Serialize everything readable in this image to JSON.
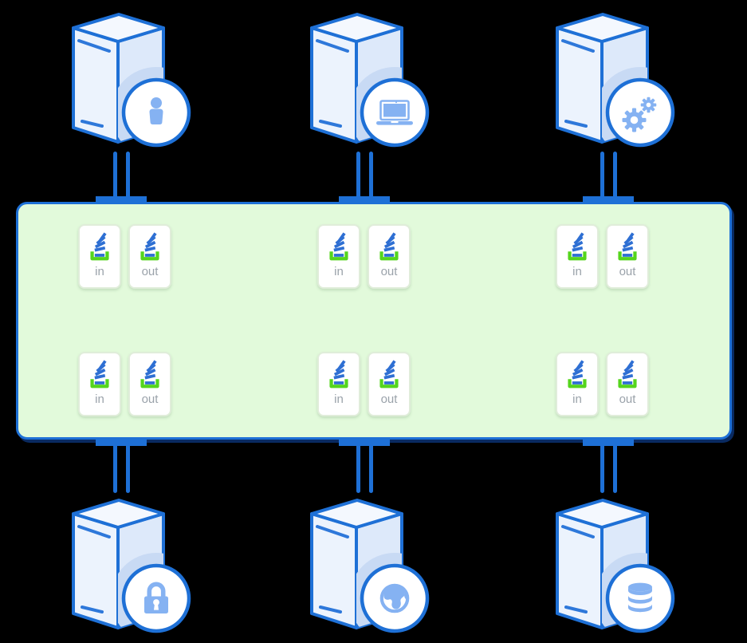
{
  "diagram": {
    "background": "#000000",
    "bus": {
      "name": "message-bus",
      "fill": "#e2fadb",
      "border": "#1e70d6"
    },
    "accent_blue": "#1e70d6",
    "server_face_light": "#ecf3fd",
    "server_face_shade": "#dde9fa",
    "badge_icon_blue": "#85b2f2",
    "queue_line_blue": "#2e6fd3",
    "queue_tray_green": "#55d51d",
    "label_gray": "#9aa2aa"
  },
  "servers": [
    {
      "position": "top-left",
      "badge_icon": "user-icon"
    },
    {
      "position": "top-center",
      "badge_icon": "laptop-icon"
    },
    {
      "position": "top-right",
      "badge_icon": "gears-icon"
    },
    {
      "position": "bottom-left",
      "badge_icon": "lock-icon"
    },
    {
      "position": "bottom-center",
      "badge_icon": "globe-icon"
    },
    {
      "position": "bottom-right",
      "badge_icon": "database-icon"
    }
  ],
  "queues": {
    "groups": [
      {
        "row": 1,
        "column": 1,
        "cards": [
          {
            "label": "in"
          },
          {
            "label": "out"
          }
        ]
      },
      {
        "row": 1,
        "column": 2,
        "cards": [
          {
            "label": "in"
          },
          {
            "label": "out"
          }
        ]
      },
      {
        "row": 1,
        "column": 3,
        "cards": [
          {
            "label": "in"
          },
          {
            "label": "out"
          }
        ]
      },
      {
        "row": 2,
        "column": 1,
        "cards": [
          {
            "label": "in"
          },
          {
            "label": "out"
          }
        ]
      },
      {
        "row": 2,
        "column": 2,
        "cards": [
          {
            "label": "in"
          },
          {
            "label": "out"
          }
        ]
      },
      {
        "row": 2,
        "column": 3,
        "cards": [
          {
            "label": "in"
          },
          {
            "label": "out"
          }
        ]
      }
    ]
  }
}
